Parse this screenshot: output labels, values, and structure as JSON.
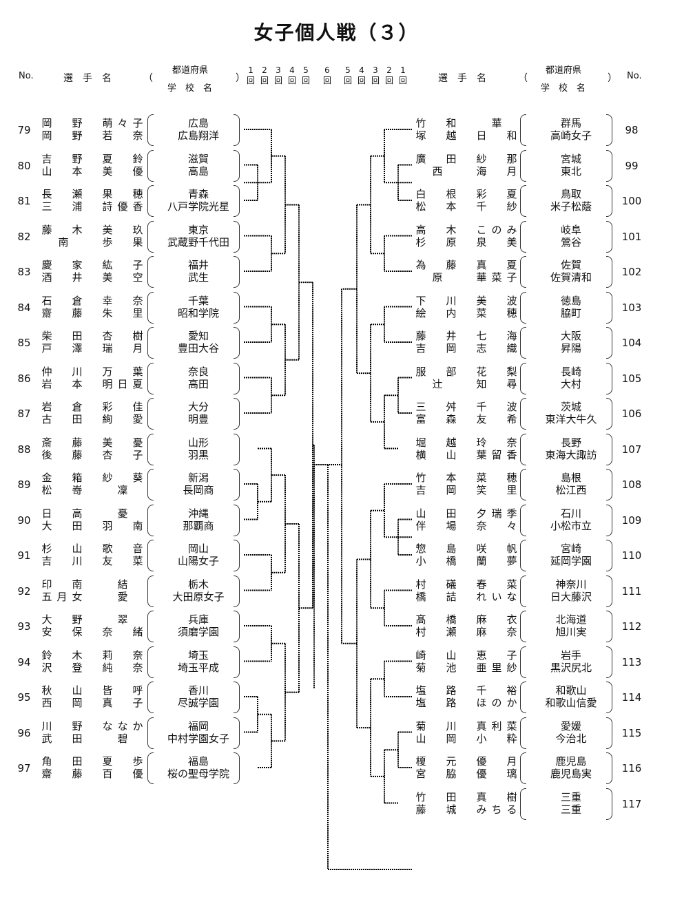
{
  "title": "女子個人戦（３）",
  "header": {
    "no_label": "No.",
    "player_label": "選　手　名",
    "paren_open": "（",
    "paren_close": "）",
    "prefecture_label": "都道府県",
    "school_label": "学　校　名",
    "rounds_left": [
      "1",
      "2",
      "3",
      "4",
      "5",
      "6"
    ],
    "rounds_right": [
      "5",
      "4",
      "3",
      "2",
      "1"
    ],
    "round_suffix": "回"
  },
  "left_entries": [
    {
      "no": "79",
      "p1": [
        "岡",
        "野",
        "萌々",
        "子"
      ],
      "p2": [
        "岡",
        "野",
        "若",
        "奈"
      ],
      "pref": "広島",
      "school": "広島翔洋"
    },
    {
      "no": "80",
      "p1": [
        "吉",
        "野",
        "夏",
        "鈴"
      ],
      "p2": [
        "山",
        "本",
        "美",
        "優"
      ],
      "pref": "滋賀",
      "school": "高島"
    },
    {
      "no": "81",
      "p1": [
        "長",
        "瀬",
        "果",
        "穂"
      ],
      "p2": [
        "三",
        "浦",
        "詩優",
        "香"
      ],
      "pref": "青森",
      "school": "八戸学院光星"
    },
    {
      "no": "82",
      "p1": [
        "藤",
        "木",
        "美",
        "玖"
      ],
      "p2": [
        "南",
        "",
        "歩",
        "果"
      ],
      "pref": "東京",
      "school": "武蔵野千代田"
    },
    {
      "no": "83",
      "p1": [
        "慶",
        "家",
        "紘",
        "子"
      ],
      "p2": [
        "酒",
        "井",
        "美",
        "空"
      ],
      "pref": "福井",
      "school": "武生"
    },
    {
      "no": "84",
      "p1": [
        "石",
        "倉",
        "幸",
        "奈"
      ],
      "p2": [
        "齋",
        "藤",
        "朱",
        "里"
      ],
      "pref": "千葉",
      "school": "昭和学院"
    },
    {
      "no": "85",
      "p1": [
        "柴",
        "田",
        "杏",
        "樹"
      ],
      "p2": [
        "戸",
        "澤",
        "瑞",
        "月"
      ],
      "pref": "愛知",
      "school": "豊田大谷"
    },
    {
      "no": "86",
      "p1": [
        "仲",
        "川",
        "万",
        "葉"
      ],
      "p2": [
        "岩",
        "本",
        "明日",
        "夏"
      ],
      "pref": "奈良",
      "school": "高田"
    },
    {
      "no": "87",
      "p1": [
        "岩",
        "倉",
        "彩",
        "佳"
      ],
      "p2": [
        "古",
        "田",
        "絢",
        "愛"
      ],
      "pref": "大分",
      "school": "明豊"
    },
    {
      "no": "88",
      "p1": [
        "斎",
        "藤",
        "美",
        "憂"
      ],
      "p2": [
        "後",
        "藤",
        "杏",
        "子"
      ],
      "pref": "山形",
      "school": "羽黒"
    },
    {
      "no": "89",
      "p1": [
        "金",
        "箱",
        "紗",
        "葵"
      ],
      "p2": [
        "松",
        "嵜",
        "凜",
        ""
      ],
      "pref": "新潟",
      "school": "長岡商"
    },
    {
      "no": "90",
      "p1": [
        "日",
        "高",
        "憂",
        ""
      ],
      "p2": [
        "大",
        "田",
        "羽",
        "南"
      ],
      "pref": "沖縄",
      "school": "那覇商"
    },
    {
      "no": "91",
      "p1": [
        "杉",
        "山",
        "歌",
        "音"
      ],
      "p2": [
        "吉",
        "川",
        "友",
        "菜"
      ],
      "pref": "岡山",
      "school": "山陽女子"
    },
    {
      "no": "92",
      "p1": [
        "印",
        "南",
        "結",
        ""
      ],
      "p2": [
        "五月",
        "女",
        "愛",
        ""
      ],
      "pref": "栃木",
      "school": "大田原女子"
    },
    {
      "no": "93",
      "p1": [
        "大",
        "野",
        "翠",
        ""
      ],
      "p2": [
        "安",
        "保",
        "奈",
        "緒"
      ],
      "pref": "兵庫",
      "school": "須磨学園"
    },
    {
      "no": "94",
      "p1": [
        "鈴",
        "木",
        "莉",
        "奈"
      ],
      "p2": [
        "沢",
        "登",
        "純",
        "奈"
      ],
      "pref": "埼玉",
      "school": "埼玉平成"
    },
    {
      "no": "95",
      "p1": [
        "秋",
        "山",
        "皆",
        "呼"
      ],
      "p2": [
        "西",
        "岡",
        "真",
        "子"
      ],
      "pref": "香川",
      "school": "尽誠学園"
    },
    {
      "no": "96",
      "p1": [
        "川",
        "野",
        "なな",
        "か"
      ],
      "p2": [
        "武",
        "田",
        "碧",
        ""
      ],
      "pref": "福岡",
      "school": "中村学園女子"
    },
    {
      "no": "97",
      "p1": [
        "角",
        "田",
        "夏",
        "歩"
      ],
      "p2": [
        "齋",
        "藤",
        "百",
        "優"
      ],
      "pref": "福島",
      "school": "桜の聖母学院"
    }
  ],
  "right_entries": [
    {
      "no": "98",
      "p1": [
        "竹",
        "和",
        "",
        "華"
      ],
      "p2": [
        "塚",
        "越",
        "日",
        "和"
      ],
      "pref": "群馬",
      "school": "高崎女子"
    },
    {
      "no": "99",
      "p1": [
        "廣",
        "田",
        "紗",
        "那"
      ],
      "p2": [
        "西",
        "",
        "海",
        "月"
      ],
      "pref": "宮城",
      "school": "東北"
    },
    {
      "no": "100",
      "p1": [
        "白",
        "根",
        "彩",
        "夏"
      ],
      "p2": [
        "松",
        "本",
        "千",
        "紗"
      ],
      "pref": "鳥取",
      "school": "米子松蔭"
    },
    {
      "no": "101",
      "p1": [
        "高",
        "木",
        "この",
        "み"
      ],
      "p2": [
        "杉",
        "原",
        "泉",
        "美"
      ],
      "pref": "岐阜",
      "school": "鶯谷"
    },
    {
      "no": "102",
      "p1": [
        "為",
        "藤",
        "真",
        "夏"
      ],
      "p2": [
        "原",
        "",
        "華菜",
        "子"
      ],
      "pref": "佐賀",
      "school": "佐賀清和"
    },
    {
      "no": "103",
      "p1": [
        "下",
        "川",
        "美",
        "波"
      ],
      "p2": [
        "絵",
        "内",
        "菜",
        "穂"
      ],
      "pref": "徳島",
      "school": "脇町"
    },
    {
      "no": "104",
      "p1": [
        "藤",
        "井",
        "七",
        "海"
      ],
      "p2": [
        "吉",
        "岡",
        "志",
        "織"
      ],
      "pref": "大阪",
      "school": "昇陽"
    },
    {
      "no": "105",
      "p1": [
        "服",
        "部",
        "花",
        "梨"
      ],
      "p2": [
        "辻",
        "",
        "知",
        "尋"
      ],
      "pref": "長崎",
      "school": "大村"
    },
    {
      "no": "106",
      "p1": [
        "三",
        "舛",
        "千",
        "波"
      ],
      "p2": [
        "富",
        "森",
        "友",
        "希"
      ],
      "pref": "茨城",
      "school": "東洋大牛久"
    },
    {
      "no": "107",
      "p1": [
        "堀",
        "越",
        "玲",
        "奈"
      ],
      "p2": [
        "横",
        "山",
        "葉留",
        "香"
      ],
      "pref": "長野",
      "school": "東海大諏訪"
    },
    {
      "no": "108",
      "p1": [
        "竹",
        "本",
        "菜",
        "穂"
      ],
      "p2": [
        "吉",
        "岡",
        "笑",
        "里"
      ],
      "pref": "島根",
      "school": "松江西"
    },
    {
      "no": "109",
      "p1": [
        "山",
        "田",
        "夕瑞",
        "季"
      ],
      "p2": [
        "伴",
        "場",
        "奈",
        "々"
      ],
      "pref": "石川",
      "school": "小松市立"
    },
    {
      "no": "110",
      "p1": [
        "惣",
        "島",
        "咲",
        "帆"
      ],
      "p2": [
        "小",
        "橋",
        "蘭",
        "夢"
      ],
      "pref": "宮崎",
      "school": "延岡学園"
    },
    {
      "no": "111",
      "p1": [
        "村",
        "礒",
        "春",
        "菜"
      ],
      "p2": [
        "橋",
        "詰",
        "れい",
        "な"
      ],
      "pref": "神奈川",
      "school": "日大藤沢"
    },
    {
      "no": "112",
      "p1": [
        "髙",
        "橋",
        "麻",
        "衣"
      ],
      "p2": [
        "村",
        "瀬",
        "麻",
        "奈"
      ],
      "pref": "北海道",
      "school": "旭川実"
    },
    {
      "no": "113",
      "p1": [
        "崎",
        "山",
        "恵",
        "子"
      ],
      "p2": [
        "菊",
        "池",
        "亜里",
        "紗"
      ],
      "pref": "岩手",
      "school": "黒沢尻北"
    },
    {
      "no": "114",
      "p1": [
        "塩",
        "路",
        "千",
        "裕"
      ],
      "p2": [
        "塩",
        "路",
        "ほの",
        "か"
      ],
      "pref": "和歌山",
      "school": "和歌山信愛"
    },
    {
      "no": "115",
      "p1": [
        "菊",
        "川",
        "真利",
        "菜"
      ],
      "p2": [
        "山",
        "岡",
        "小",
        "粋"
      ],
      "pref": "愛媛",
      "school": "今治北"
    },
    {
      "no": "116",
      "p1": [
        "榎",
        "元",
        "優",
        "月"
      ],
      "p2": [
        "宮",
        "脇",
        "優",
        "璃"
      ],
      "pref": "鹿児島",
      "school": "鹿児島実"
    },
    {
      "no": "117",
      "p1": [
        "竹",
        "田",
        "真",
        "樹"
      ],
      "p2": [
        "藤",
        "城",
        "みち",
        "る"
      ],
      "pref": "三重",
      "school": "三重"
    }
  ]
}
